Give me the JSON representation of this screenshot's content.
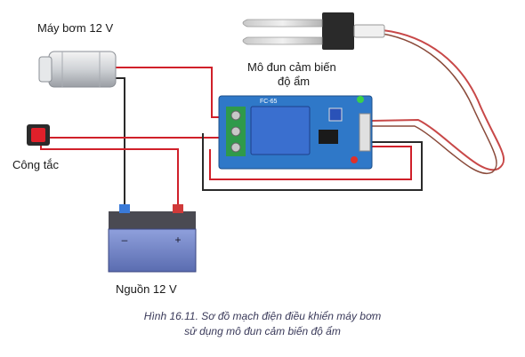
{
  "labels": {
    "pump": "Máy bơm 12 V",
    "sensor_line1": "Mô đun cảm biến",
    "sensor_line2": "độ ẩm",
    "switch": "Công tắc",
    "power": "Nguồn 12 V",
    "relay_text": "FC-65",
    "battery_minus": "–",
    "battery_plus": "+"
  },
  "caption": {
    "line1": "Hình 16.11. Sơ đồ mạch điện điều khiển máy bơm",
    "line2": "sử dụng mô đun cảm biến độ ẩm"
  },
  "colors": {
    "wire_red": "#d0202a",
    "wire_black": "#2a2a2a",
    "board_blue": "#2f78c8",
    "relay_blue": "#3a6fcf",
    "battery_body": "#6d7fc0",
    "battery_top": "#4a4a52",
    "switch_red": "#e0202a"
  }
}
